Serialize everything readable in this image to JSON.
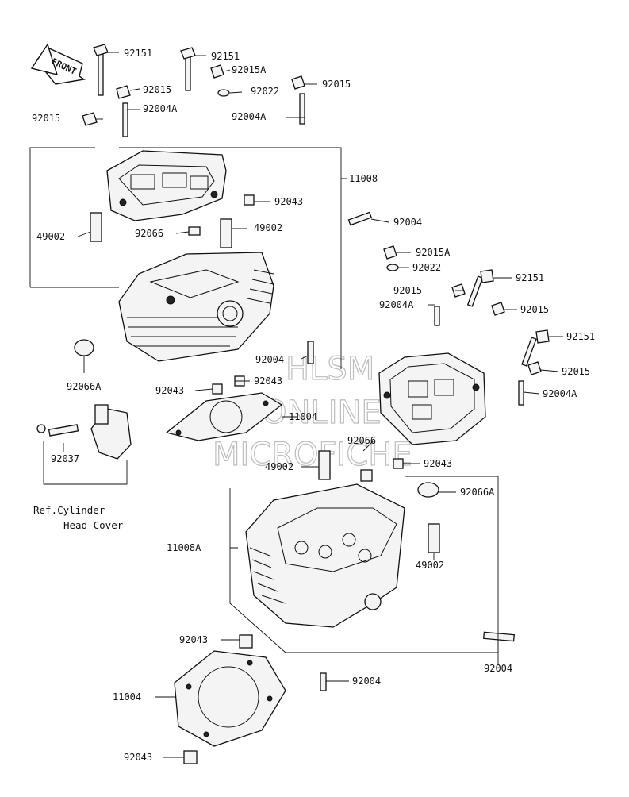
{
  "direction_arrow": {
    "label": "FRONT"
  },
  "reference_note": {
    "line1": "Ref.Cylinder",
    "line2": "Head Cover"
  },
  "watermark": {
    "line1": "HLSM",
    "line2": "ONLINE",
    "line3": "MICROFICHE"
  },
  "callouts": [
    {
      "id": "c1",
      "text": "92151"
    },
    {
      "id": "c2",
      "text": "92151"
    },
    {
      "id": "c3",
      "text": "92015A"
    },
    {
      "id": "c4",
      "text": "92015"
    },
    {
      "id": "c5",
      "text": "92015"
    },
    {
      "id": "c6",
      "text": "92004A"
    },
    {
      "id": "c7",
      "text": "92022"
    },
    {
      "id": "c8",
      "text": "92015"
    },
    {
      "id": "c9",
      "text": "92004A"
    },
    {
      "id": "c10",
      "text": "11008"
    },
    {
      "id": "c11",
      "text": "92043"
    },
    {
      "id": "c12",
      "text": "92004"
    },
    {
      "id": "c13",
      "text": "49002"
    },
    {
      "id": "c14",
      "text": "92066"
    },
    {
      "id": "c15",
      "text": "49002"
    },
    {
      "id": "c16",
      "text": "92015A"
    },
    {
      "id": "c17",
      "text": "92022"
    },
    {
      "id": "c18",
      "text": "92151"
    },
    {
      "id": "c19",
      "text": "92015"
    },
    {
      "id": "c20",
      "text": "92004A"
    },
    {
      "id": "c21",
      "text": "92015"
    },
    {
      "id": "c22",
      "text": "92151"
    },
    {
      "id": "c23",
      "text": "92066A"
    },
    {
      "id": "c24",
      "text": "92004"
    },
    {
      "id": "c25",
      "text": "92043"
    },
    {
      "id": "c26",
      "text": "92043"
    },
    {
      "id": "c27",
      "text": "92015"
    },
    {
      "id": "c28",
      "text": "92004A"
    },
    {
      "id": "c29",
      "text": "11004"
    },
    {
      "id": "c30",
      "text": "92037"
    },
    {
      "id": "c31",
      "text": "92066"
    },
    {
      "id": "c32",
      "text": "49002"
    },
    {
      "id": "c33",
      "text": "92043"
    },
    {
      "id": "c34",
      "text": "92066A"
    },
    {
      "id": "c35",
      "text": "11008A"
    },
    {
      "id": "c36",
      "text": "49002"
    },
    {
      "id": "c37",
      "text": "92043"
    },
    {
      "id": "c38",
      "text": "92004"
    },
    {
      "id": "c39",
      "text": "92004"
    },
    {
      "id": "c40",
      "text": "11004"
    },
    {
      "id": "c41",
      "text": "92043"
    }
  ]
}
